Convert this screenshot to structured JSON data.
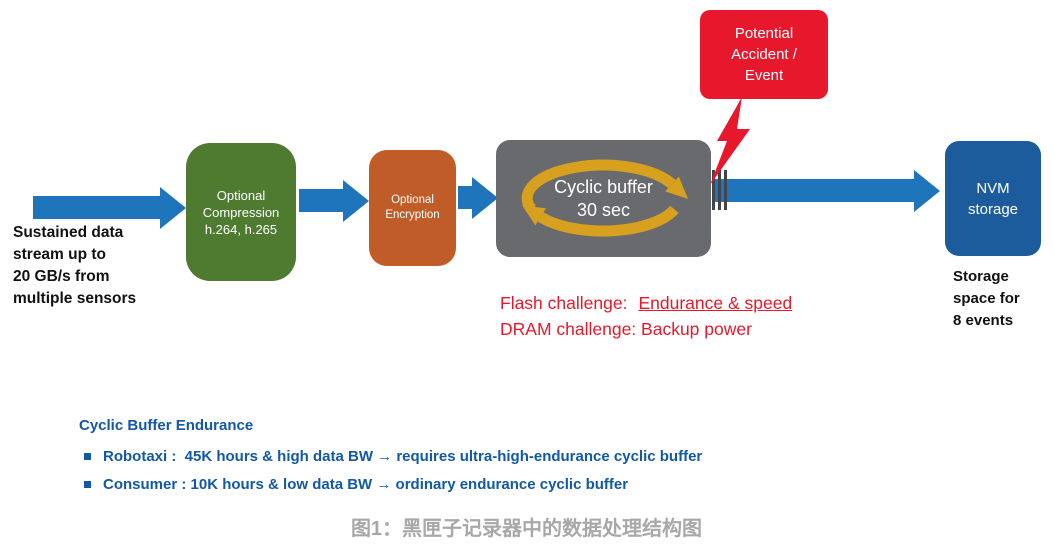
{
  "diagram": {
    "source_text": "Sustained data\nstream up to\n20 GB/s from\nmultiple sensors",
    "compression": "Optional\nCompression\nh.264, h.265",
    "encryption": "Optional\nEncryption",
    "buffer": "Cyclic buffer\n30 sec",
    "accident": "Potential\nAccident /\nEvent",
    "nvm": "NVM\nstorage",
    "storage_note": "Storage\nspace for\n8 events",
    "flash_label": "Flash challenge:",
    "flash_value": "Endurance & speed",
    "dram_line": "DRAM challenge: Backup power"
  },
  "endurance": {
    "title": "Cyclic Buffer Endurance",
    "bullets": [
      "Robotaxi :  45K hours & high data BW → requires ultra-high-endurance cyclic buffer",
      "Consumer : 10K hours & low data BW → ordinary endurance cyclic buffer"
    ]
  },
  "caption": "图1：黑匣子记录器中的数据处理结构图",
  "colors": {
    "arrow_blue": "#1f75bb",
    "compression_green": "#4f7b31",
    "encryption_orange": "#bf5c28",
    "buffer_gray": "#696a6e",
    "accident_red": "#e8182c",
    "nvm_blue": "#1d5c9c",
    "cycle_gold": "#d7a01f",
    "challenge_red": "#e8182c",
    "endurance_blue": "#1258a4",
    "caption_gray": "#a8a8a8"
  }
}
